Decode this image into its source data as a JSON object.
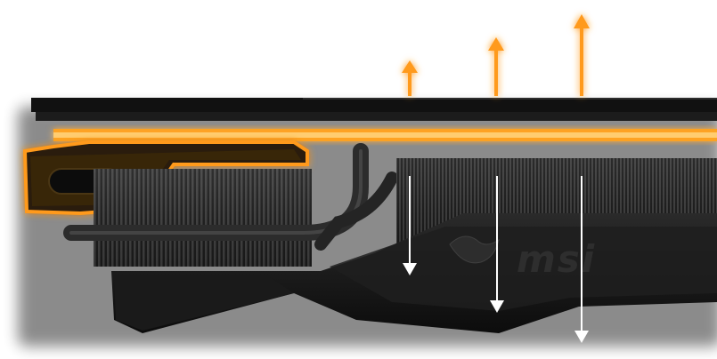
{
  "figure": {
    "brand_logo_text": "msi",
    "colors": {
      "background": "#ffffff",
      "card_black": "#121212",
      "card_dark": "#1c1c1c",
      "fin_grey": "#3a3a3a",
      "glow_orange": "#ff9a1a",
      "glow_core": "#ffb43c",
      "arrow_white": "#ffffff"
    },
    "heat_arrows_up": 3,
    "air_arrows_down": 3
  }
}
